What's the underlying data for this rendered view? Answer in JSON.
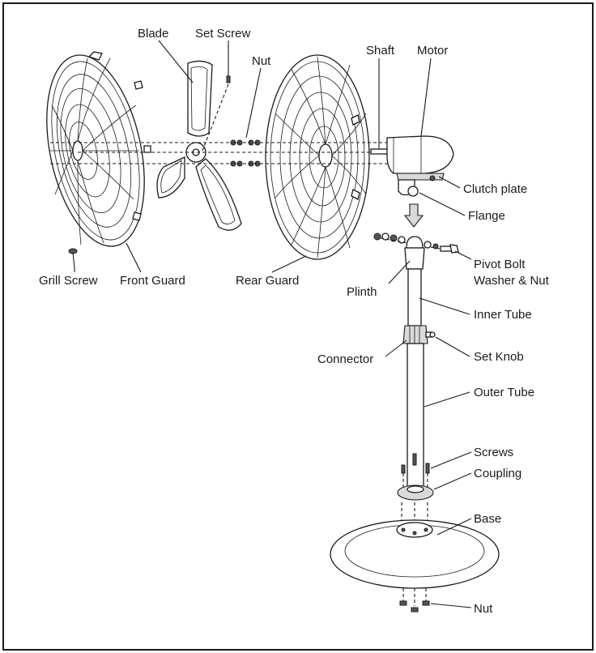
{
  "labels": {
    "blade": "Blade",
    "set_screw": "Set Screw",
    "nut_top": "Nut",
    "shaft": "Shaft",
    "motor": "Motor",
    "clutch_plate": "Clutch plate",
    "flange": "Flange",
    "pivot_bolt_1": "Pivot Bolt",
    "pivot_bolt_2": "Washer & Nut",
    "grill_screw": "Grill Screw",
    "front_guard": "Front Guard",
    "rear_guard": "Rear Guard",
    "plinth": "Plinth",
    "inner_tube": "Inner Tube",
    "connector": "Connector",
    "set_knob": "Set Knob",
    "outer_tube": "Outer Tube",
    "screws": "Screws",
    "coupling": "Coupling",
    "base": "Base",
    "nut_bottom": "Nut"
  },
  "colors": {
    "line": "#1a1a1a",
    "background": "#ffffff",
    "metal": "#d9d9d9"
  }
}
